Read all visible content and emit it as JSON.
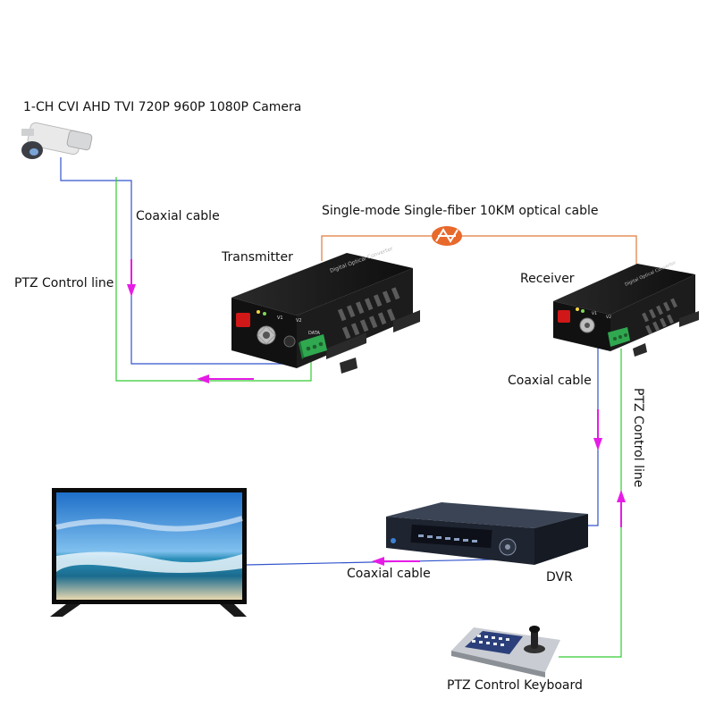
{
  "labels": {
    "camera": "1-CH CVI AHD TVI 720P 960P 1080P Camera",
    "coax_top": "Coaxial cable",
    "ptz_left": "PTZ Control line",
    "fiber": "Single-mode Single-fiber 10KM optical cable",
    "transmitter": "Transmitter",
    "receiver": "Receiver",
    "coax_right": "Coaxial cable",
    "ptz_right": "PTZ Control line",
    "coax_bottom": "Coaxial cable",
    "dvr": "DVR",
    "keyboard": "PTZ Control Keyboard"
  },
  "device_text": {
    "brand_strip": "Digital Optical Converter",
    "port_v1": "V1",
    "port_v2": "V2",
    "port_data": "DATA"
  },
  "colors": {
    "coax_line": "#3355cc",
    "ptz_line": "#33cc33",
    "fiber_line": "#e07a3a",
    "arrow": "#e61ce6",
    "device_body": "#1a1a1a",
    "terminal_green": "#2fa84f"
  }
}
